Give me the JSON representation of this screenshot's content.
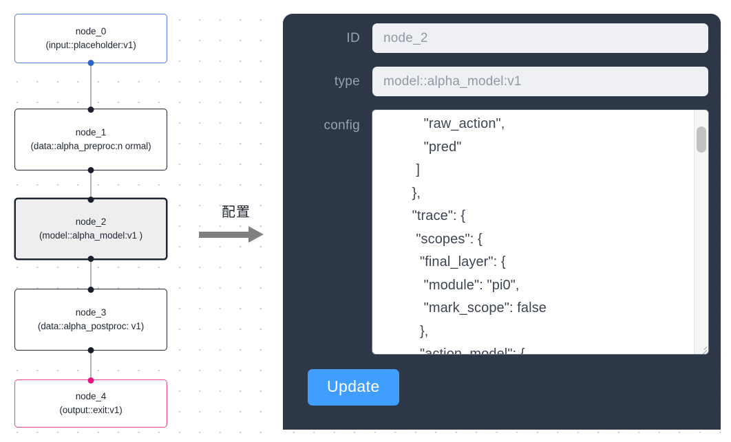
{
  "graph": {
    "nodes": [
      {
        "id": "node_0",
        "label_line1": "node_0",
        "label_line2": "(input::placeholder:v1)",
        "variant": "blue",
        "selected": false
      },
      {
        "id": "node_1",
        "label_line1": "node_1",
        "label_line2": "(data::alpha_preproc:n ormal)",
        "variant": "default",
        "selected": false
      },
      {
        "id": "node_2",
        "label_line1": "node_2",
        "label_line2": "(model::alpha_model:v1 )",
        "variant": "default",
        "selected": true
      },
      {
        "id": "node_3",
        "label_line1": "node_3",
        "label_line2": "(data::alpha_postproc: v1)",
        "variant": "default",
        "selected": false
      },
      {
        "id": "node_4",
        "label_line1": "node_4",
        "label_line2": "(output::exit:v1)",
        "variant": "pink",
        "selected": false
      }
    ],
    "colors": {
      "node_border_default": "#1f2533",
      "node_border_input": "#4c7fd4",
      "node_border_output": "#e2458e",
      "node_selected_fill": "#eeeeee",
      "edge": "#b1b1b7",
      "handle": "#1b1f2b",
      "handle_input": "#2f63c8",
      "handle_output": "#e8137f",
      "canvas_dot": "#c9ccd3"
    }
  },
  "transition": {
    "label": "配置",
    "arrow_color": "#808080"
  },
  "inspector": {
    "panel_color": "#2d3748",
    "fields": [
      {
        "label": "ID",
        "value": "node_2"
      },
      {
        "label": "type",
        "value": "model::alpha_model:v1"
      }
    ],
    "config": {
      "label": "config",
      "value": "    \"raw_action\",\n    \"pred\"\n  ]\n },\n \"trace\": {\n  \"scopes\": {\n   \"final_layer\": {\n    \"module\": \"pi0\",\n    \"mark_scope\": false\n   },\n   \"action_model\": {",
      "scrolled": true
    },
    "update_label": "Update",
    "accent_color": "#409eff",
    "label_color": "#9aa2b1",
    "input_bg": "#eef0f4",
    "input_text_color": "#9298a4"
  }
}
